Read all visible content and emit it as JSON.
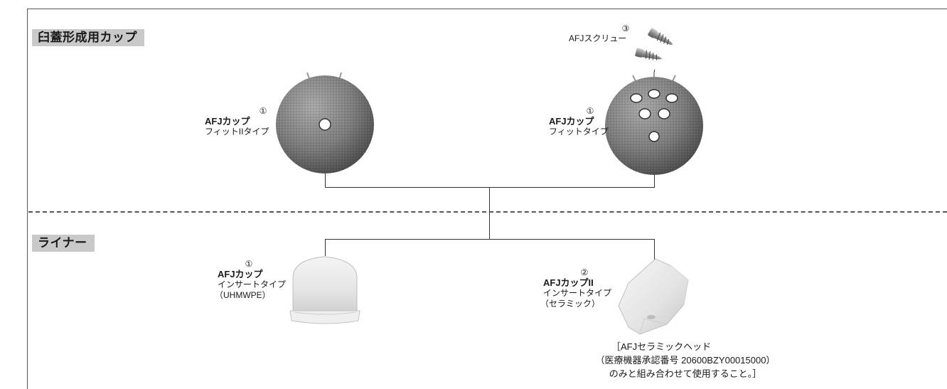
{
  "sections": {
    "cup_label": "臼蓋形成用カップ",
    "liner_label": "ライナー"
  },
  "parts": {
    "cup_fit2": {
      "num": "①",
      "line1": "AFJカップ",
      "line2": "フィットIIタイプ"
    },
    "cup_fit": {
      "num": "①",
      "line1": "AFJカップ",
      "line2": "フィットタイプ"
    },
    "screw": {
      "num": "③",
      "label": "AFJスクリュー"
    },
    "liner_uhmwpe": {
      "num": "①",
      "line1": "AFJカップ",
      "line2": "インサートタイプ",
      "line3": "（UHMWPE）"
    },
    "liner_ceramic": {
      "num": "②",
      "line1": "AFJカップII",
      "line2": "インサートタイプ",
      "line3": "（セラミック）"
    }
  },
  "note": {
    "line1": "［AFJセラミックヘッド",
    "line2": "（医療機器承認番号 20600BZY00015000）",
    "line3": "のみと組み合わせて使用すること。］"
  }
}
